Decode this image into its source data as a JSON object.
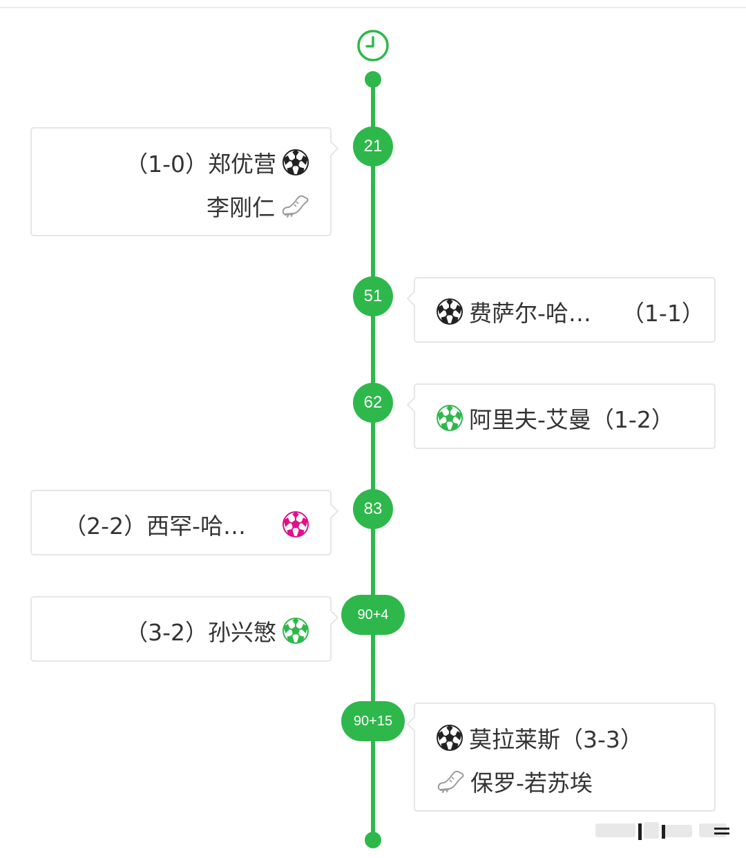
{
  "colors": {
    "accent": "#2eb84b",
    "card_border": "#e6e6e6",
    "own_goal": "#e0108a",
    "penalty": "#2eb84b",
    "text": "#333333"
  },
  "icons": [
    "clock-icon",
    "goal-ball-icon",
    "penalty-ball-icon",
    "own-goal-ball-icon",
    "assist-boot-icon"
  ],
  "events": [
    {
      "minute": "21",
      "side": "left",
      "score": "（1-0）",
      "scorer": "郑优营",
      "goal_type": "goal",
      "assist": "李刚仁"
    },
    {
      "minute": "51",
      "side": "right",
      "score": "（1-1）",
      "scorer": "费萨尔-哈…",
      "goal_type": "goal"
    },
    {
      "minute": "62",
      "side": "right",
      "score": "（1-2）",
      "scorer": "阿里夫-艾曼",
      "goal_type": "penalty"
    },
    {
      "minute": "83",
      "side": "left",
      "score": "（2-2）",
      "scorer": "西罕-哈…",
      "goal_type": "own-goal"
    },
    {
      "minute": "90+4",
      "side": "left",
      "score": "（3-2）",
      "scorer": "孙兴慜",
      "goal_type": "penalty"
    },
    {
      "minute": "90+15",
      "side": "right",
      "score": "（3-3）",
      "scorer": "莫拉莱斯",
      "goal_type": "goal",
      "assist": "保罗-若苏埃"
    }
  ]
}
